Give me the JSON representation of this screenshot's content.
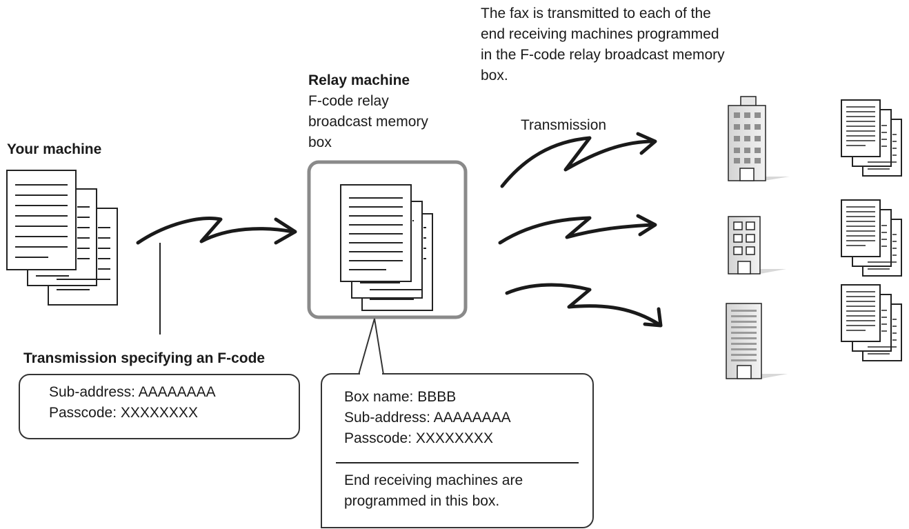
{
  "top_note": [
    "The fax is transmitted to each of the",
    "end receiving machines programmed",
    "in the F-code relay broadcast memory",
    "box."
  ],
  "relay": {
    "title": "Relay machine",
    "lines": [
      "F-code relay",
      "broadcast memory",
      "box"
    ]
  },
  "transmission_label": "Transmission",
  "your_machine_label": "Your machine",
  "fcode_heading": "Transmission specifying an F-code",
  "sender_callout": [
    "Sub-address: AAAAAAAA",
    "Passcode: XXXXXXXX"
  ],
  "box_callout": {
    "details": [
      "Box name: BBBB",
      "Sub-address: AAAAAAAA",
      "Passcode: XXXXXXXX"
    ],
    "note": [
      "End receiving machines are",
      "programmed in this box."
    ]
  },
  "icons": [
    "document-stack-icon",
    "fax-transmission-arrow-icon",
    "memory-box-icon",
    "building-icon"
  ]
}
